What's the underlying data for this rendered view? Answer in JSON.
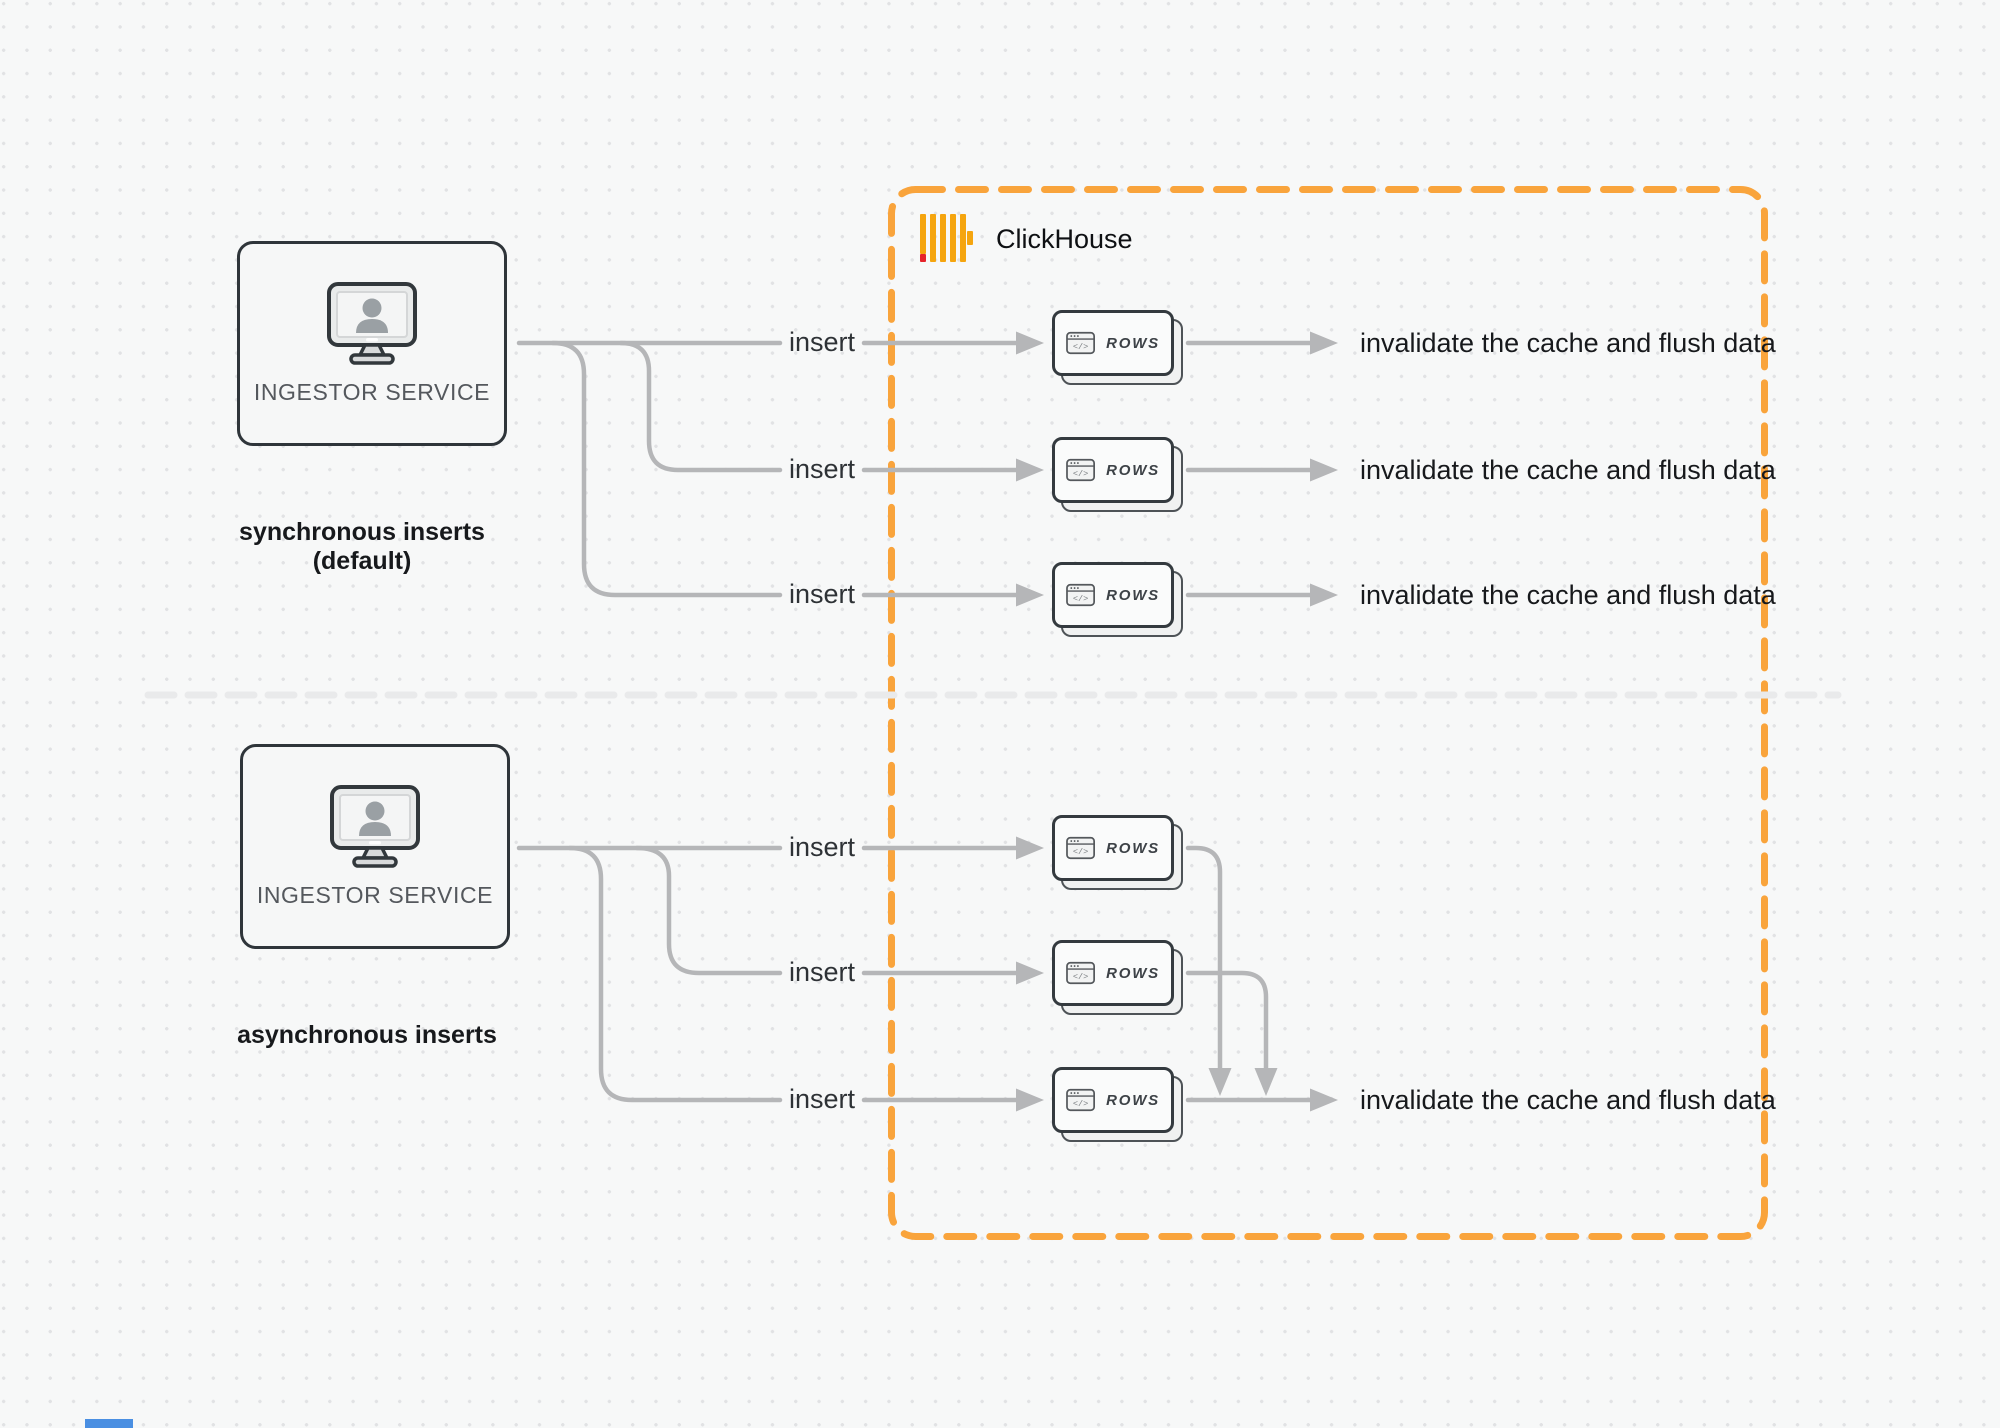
{
  "clickhouse": {
    "title": "ClickHouse",
    "border_color": "#F9A43C",
    "logo_bar_color": "#F5A50F",
    "logo_red_color": "#E6232A"
  },
  "sections": {
    "sync": {
      "caption": "synchronous inserts (default)",
      "ingestor_label": "INGESTOR SERVICE"
    },
    "async": {
      "caption": "asynchronous inserts",
      "ingestor_label": "INGESTOR SERVICE"
    }
  },
  "labels": {
    "insert": "insert",
    "rows": "ROWS",
    "invalidate": "invalidate the cache and flush data"
  },
  "colors": {
    "connector_gray": "#b5b6b8",
    "box_border": "#2f353a",
    "box_fill": "#f6f7f7",
    "background": "#f7f8f8",
    "divider": "#e9eaeb"
  }
}
